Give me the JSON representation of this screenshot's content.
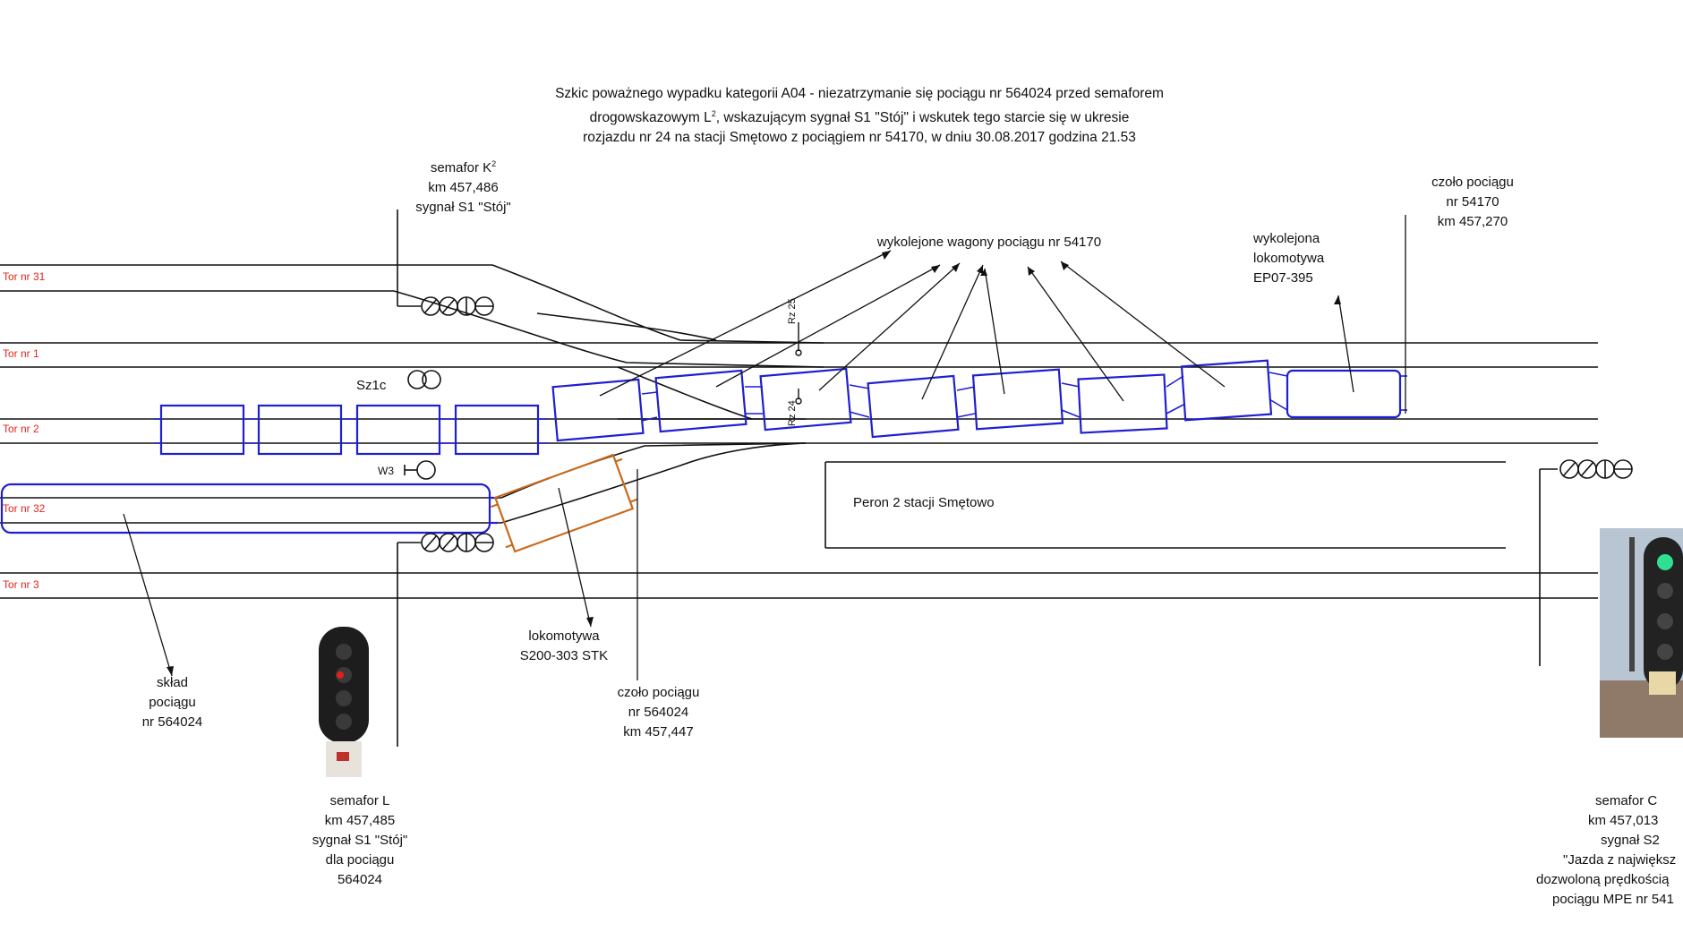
{
  "title": {
    "line1": "Szkic poważnego wypadku kategorii A04 - niezatrzymanie się pociągu nr 564024 przed semaforem",
    "line2a": "drogowskazowym L",
    "line2sup": "2",
    "line2b": ", wskazującym sygnał S1 \"Stój\" i wskutek tego starcie się w ukresie",
    "line3": "rozjazdu nr 24 na stacji Smętowo z pociągiem nr 54170, w dniu 30.08.2017 godzina 21.53"
  },
  "tracks": [
    {
      "id": "tor31",
      "label": "Tor nr 31"
    },
    {
      "id": "tor1",
      "label": "Tor nr 1"
    },
    {
      "id": "tor2",
      "label": "Tor nr 2"
    },
    {
      "id": "tor32",
      "label": "Tor nr 32"
    },
    {
      "id": "tor3",
      "label": "Tor nr 3"
    }
  ],
  "signals": {
    "k2": {
      "line1a": "semafor K",
      "line1sup": "2",
      "line2": "km 457,486",
      "line3": "sygnał S1 \"Stój\""
    },
    "l": {
      "line1": "semafor L",
      "line2": "km 457,485",
      "line3": "sygnał S1 \"Stój\"",
      "line4": "dla pociągu",
      "line5": "564024"
    },
    "c": {
      "line1": "semafor C",
      "line2": "km 457,013",
      "line3": "sygnał S2",
      "line4": "\"Jazda z największ",
      "line5": "dozwoloną prędkością",
      "line6": "pociągu MPE nr 541"
    },
    "sz1c": "Sz1c",
    "w3": "W3",
    "rz25": "Rz 25",
    "rz24": "Rz 24"
  },
  "annotations": {
    "czolo_54170": {
      "line1": "czoło pociągu",
      "line2": "nr 54170",
      "line3": "km 457,270"
    },
    "wykolejona_lok": {
      "line1": "wykolejona",
      "line2": "lokomotywa",
      "line3": "EP07-395"
    },
    "wykolejone_wagony": "wykolejone wagony pociągu nr 54170",
    "sklad": {
      "line1": "skład",
      "line2": "pociągu",
      "line3": "nr 564024"
    },
    "lokomotywa_s200": {
      "line1": "lokomotywa",
      "line2": "S200-303 STK"
    },
    "czolo_564024": {
      "line1": "czoło pociągu",
      "line2": "nr 564024",
      "line3": "km 457,447"
    },
    "peron": "Peron 2 stacji Smętowo"
  },
  "colors": {
    "train_54170": "#1f1fd0",
    "locomotive_s200": "#c8691c",
    "track_label": "#e8241c",
    "line": "#111111"
  }
}
